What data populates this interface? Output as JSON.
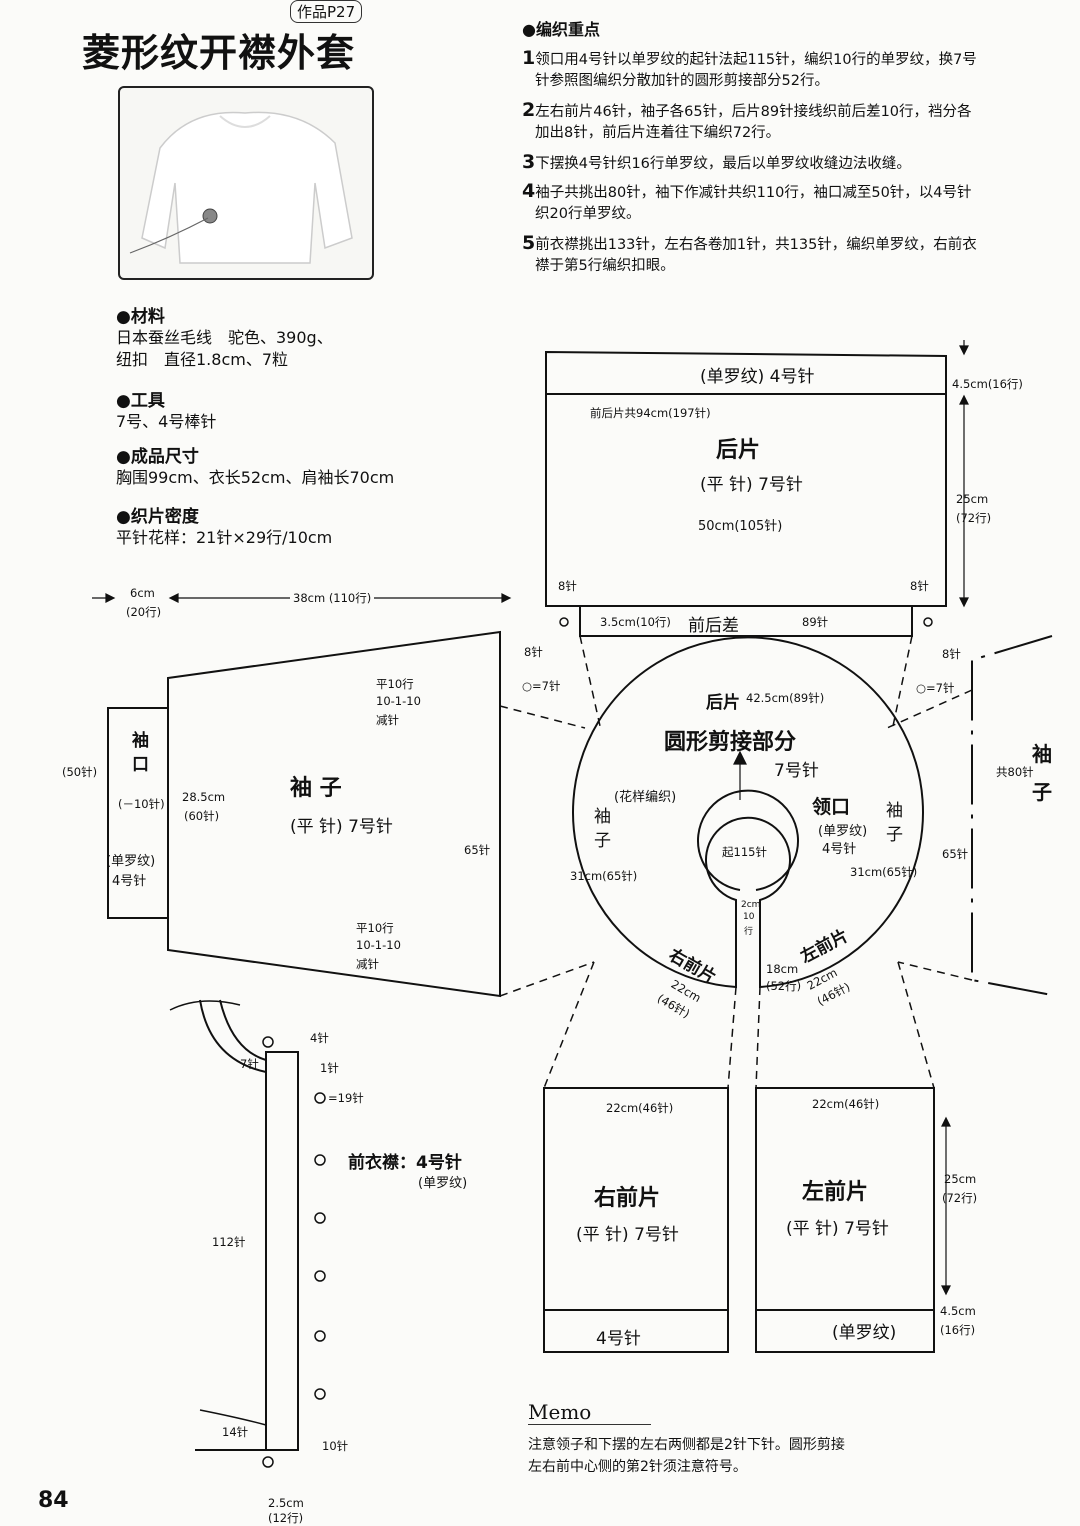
{
  "header": {
    "title": "菱形纹开襟外套",
    "work_ref": "作品P27"
  },
  "materials": {
    "title": "材料",
    "line1": "日本蚕丝毛线　驼色、390g、",
    "line2": "纽扣　直径1.8cm、7粒"
  },
  "tools": {
    "title": "工具",
    "line1": "7号、4号棒针"
  },
  "size": {
    "title": "成品尺寸",
    "line1": "胸围99cm、衣长52cm、肩袖长70cm"
  },
  "gauge": {
    "title": "织片密度",
    "line1": "平针花样：21针×29行/10cm"
  },
  "key_points": {
    "title": "编织重点",
    "steps": [
      {
        "num": "1",
        "l1": "领口用4号针以单罗纹的起针法起115针，编织10行的单罗纹，换7号",
        "l2": "针参照图编织分散加针的圆形剪接部分52行。"
      },
      {
        "num": "2",
        "l1": "左右前片46针，袖子各65针，后片89针接线织前后差10行，裆分各",
        "l2": "加出8针，前后片连着往下编织72行。"
      },
      {
        "num": "3",
        "l1": "下摆换4号针织16行单罗纹，最后以单罗纹收缝边法收缝。",
        "l2": ""
      },
      {
        "num": "4",
        "l1": "袖子共挑出80针，袖下作减针共织110行，袖口减至50针，以4号针",
        "l2": "织20行单罗纹。"
      },
      {
        "num": "5",
        "l1": "前衣襟挑出133针，左右各卷加1针，共135针，编织单罗纹，右前衣",
        "l2": "襟于第5行编织扣眼。"
      }
    ]
  },
  "diagram": {
    "back": {
      "rib": "(单罗纹) 4号针",
      "total": "前后片共94cm(197针)",
      "name": "后片",
      "needle": "(平 针) 7号针",
      "width": "50cm(105针)",
      "rib_h": "4.5cm(16行)",
      "body_h": "25cm",
      "body_rows": "(72行)",
      "add_l": "8针",
      "add_r": "8针",
      "diff_h": "3.5cm(10行)",
      "diff": "前后差",
      "diff_sts": "89针"
    },
    "yoke": {
      "back": "后片",
      "back_w": "42.5cm(89针)",
      "name": "圆形剪接部分",
      "needle": "7号针",
      "pattern": "(花样编织)",
      "neck": "领口",
      "neck_rib": "(单罗纹)",
      "neck_needle": "4号针",
      "cast_on": "起115针",
      "sleeve_l": "袖",
      "sleeve_l2": "子",
      "sleeve_r": "袖",
      "sleeve_r2": "子",
      "sleeve_w_l": "31cm(65针)",
      "sleeve_w_r": "31cm(65针)",
      "right_front": "右前片",
      "left_front": "左前片",
      "rf_w": "22cm",
      "rf_sts": "(46针)",
      "lf_w": "22cm",
      "lf_sts": "(46针)",
      "depth": "18cm",
      "depth_rows": "(52行)",
      "neck_rib_h": "2cm",
      "neck_rib_rows": "10",
      "neck_rib_unit": "行"
    },
    "sleeve": {
      "w6": "6cm",
      "w6r": "(20行)",
      "len": "38cm (110行)",
      "cuff1": "袖",
      "cuff2": "口",
      "cuff_sts": "(50针)",
      "cuff_dec": "(－10针)",
      "cuff_rib": "(单罗纹)",
      "cuff_needle": "4号针",
      "cuff_w": "28.5cm",
      "cuff_w_sts": "(60针)",
      "name": "袖 子",
      "needle": "(平 针) 7号针",
      "dec_a1": "平10行",
      "dec_a2": "10-1-10",
      "dec_a3": "减针",
      "dec_b1": "平10行",
      "dec_b2": "10-1-10",
      "dec_b3": "减针",
      "top_sts": "65针",
      "add8": "8针",
      "eq7": "=7针",
      "r_add8": "8针",
      "r_eq7": "=7针",
      "r_name1": "袖",
      "r_name2": "子",
      "r_total": "共80针",
      "r_sts": "65针"
    },
    "fronts": {
      "rf_w": "22cm(46针)",
      "rf_name": "右前片",
      "rf_needle": "(平 针) 7号针",
      "rf_rib": "4号针",
      "lf_w": "22cm(46针)",
      "lf_name": "左前片",
      "lf_needle": "(平 针) 7号针",
      "lf_rib": "(单罗纹)",
      "h": "25cm",
      "h_rows": "(72行)",
      "rib_h": "4.5cm",
      "rib_rows": "(16行)"
    },
    "band": {
      "name": "前衣襟：4号针",
      "rib": "(单罗纹)",
      "s4": "4针",
      "s7": "7针",
      "s1": "1针",
      "s19": "=19针",
      "s112": "112针",
      "s14": "14针",
      "s10": "10针",
      "w": "2.5cm",
      "w_rows": "(12行)"
    }
  },
  "memo": {
    "title": "Memo",
    "line1": "注意领子和下摆的左右两侧都是2针下针。圆形剪接",
    "line2": "左右前中心侧的第2针须注意符号。"
  },
  "page_number": "84"
}
